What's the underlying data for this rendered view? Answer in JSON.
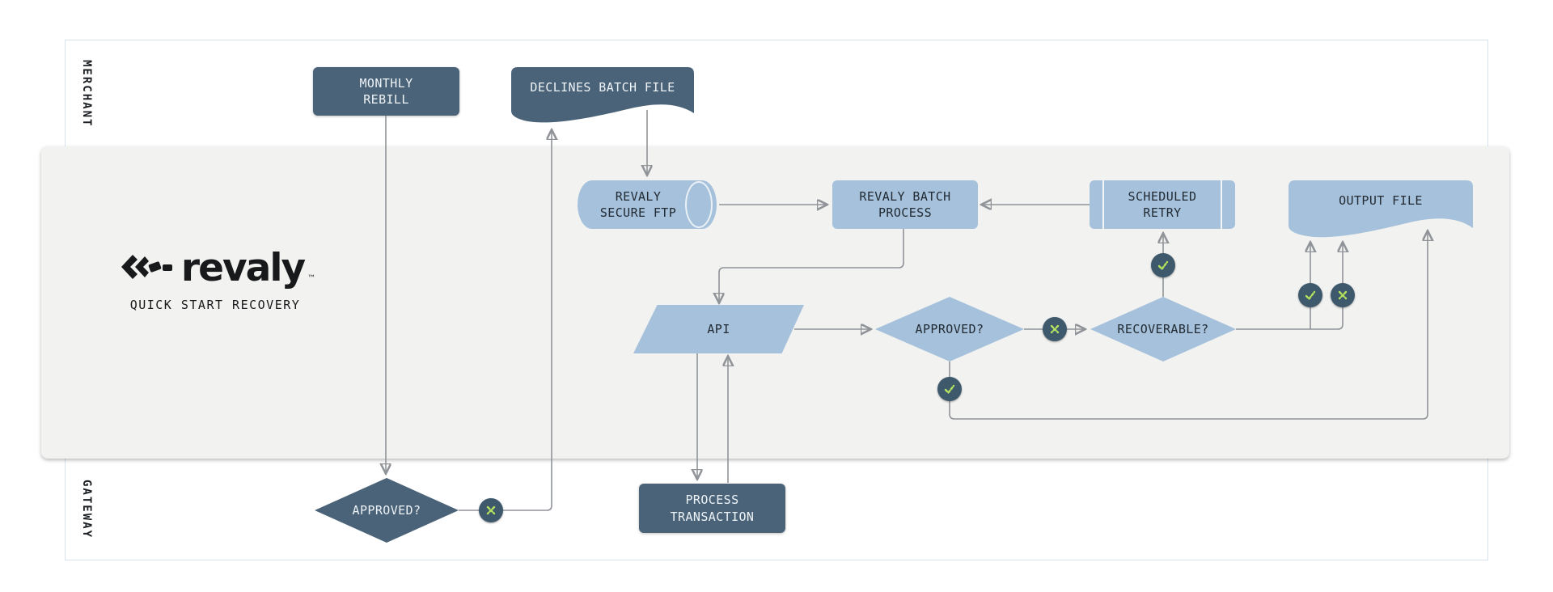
{
  "brand": {
    "name": "revaly",
    "trademark": "™",
    "tagline": "QUICK START RECOVERY"
  },
  "lanes": {
    "merchant": {
      "label": "MERCHANT"
    },
    "revaly": {
      "label": ""
    },
    "gateway": {
      "label": "GATEWAY"
    }
  },
  "nodes": {
    "monthly_rebill": {
      "type": "process",
      "lines": [
        "MONTHLY",
        "REBILL"
      ]
    },
    "declines_batch_file": {
      "type": "document",
      "label": "DECLINES BATCH FILE"
    },
    "revaly_secure_ftp": {
      "type": "stored-data",
      "lines": [
        "REVALY",
        "SECURE FTP"
      ]
    },
    "revaly_batch_process": {
      "type": "process",
      "lines": [
        "REVALY BATCH",
        "PROCESS"
      ]
    },
    "scheduled_retry": {
      "type": "predefined-process",
      "lines": [
        "SCHEDULED",
        "RETRY"
      ]
    },
    "output_file": {
      "type": "document",
      "label": "OUTPUT FILE"
    },
    "api": {
      "type": "input-output",
      "label": "API"
    },
    "approved_decision": {
      "type": "decision",
      "label": "APPROVED?"
    },
    "recoverable_decision": {
      "type": "decision",
      "label": "RECOVERABLE?"
    },
    "gateway_approved": {
      "type": "decision",
      "label": "APPROVED?"
    },
    "process_transaction": {
      "type": "process",
      "lines": [
        "PROCESS",
        "TRANSACTION"
      ]
    }
  },
  "edges": [
    {
      "from": "monthly_rebill",
      "to": "gateway_approved",
      "badge": null
    },
    {
      "from": "gateway_approved",
      "to": "declines_batch_file",
      "badge": "x"
    },
    {
      "from": "declines_batch_file",
      "to": "revaly_secure_ftp",
      "badge": null
    },
    {
      "from": "revaly_secure_ftp",
      "to": "revaly_batch_process",
      "badge": null
    },
    {
      "from": "scheduled_retry",
      "to": "revaly_batch_process",
      "badge": null
    },
    {
      "from": "revaly_batch_process",
      "to": "api",
      "badge": null
    },
    {
      "from": "api",
      "to": "process_transaction",
      "badge": null
    },
    {
      "from": "process_transaction",
      "to": "api",
      "badge": null
    },
    {
      "from": "api",
      "to": "approved_decision",
      "badge": null
    },
    {
      "from": "approved_decision",
      "to": "recoverable_decision",
      "badge": "x"
    },
    {
      "from": "approved_decision",
      "to": "output_file",
      "badge": "check"
    },
    {
      "from": "recoverable_decision",
      "to": "scheduled_retry",
      "badge": "check"
    },
    {
      "from": "recoverable_decision",
      "to": "output_file",
      "badge": "check"
    },
    {
      "from": "recoverable_decision",
      "to": "output_file",
      "badge": "x"
    }
  ],
  "colors": {
    "dark_node": "#4a6378",
    "light_node": "#a6c1db",
    "badge": "#3e586c",
    "badge_green": "#b5e35e",
    "band_bg": "#f2f2f1",
    "lane_border": "#d9e3ee",
    "connector": "#909498",
    "arrowhead": "#2b2b2b",
    "logo": "#17191b"
  }
}
